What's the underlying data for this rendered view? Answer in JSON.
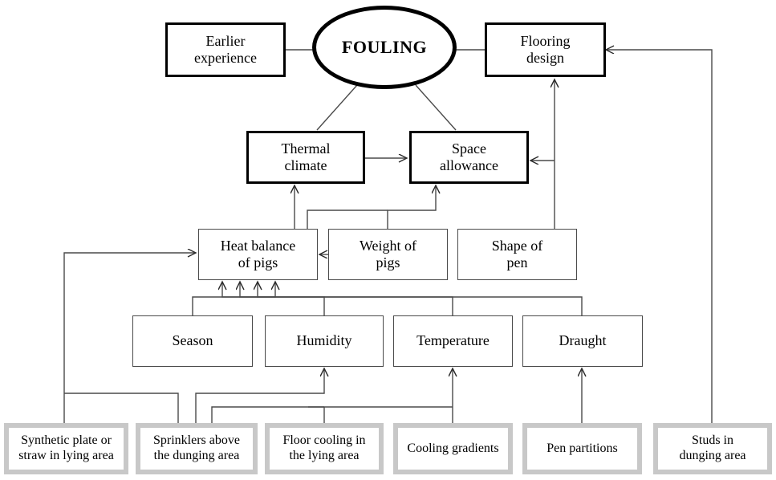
{
  "diagram": {
    "title": "FOULING",
    "center_node": {
      "label": "FOULING",
      "shape": "ellipse"
    },
    "level_1": [
      {
        "id": "earlier-experience",
        "label": "Earlier\nexperience"
      },
      {
        "id": "flooring-design",
        "label": "Flooring\ndesign"
      }
    ],
    "level_2": [
      {
        "id": "thermal-climate",
        "label": "Thermal\nclimate"
      },
      {
        "id": "space-allowance",
        "label": "Space\nallowance"
      }
    ],
    "level_3": [
      {
        "id": "heat-balance-of-pigs",
        "label": "Heat balance\nof pigs"
      },
      {
        "id": "weight-of-pigs",
        "label": "Weight of\npigs"
      },
      {
        "id": "shape-of-pen",
        "label": "Shape of\npen"
      }
    ],
    "level_4": [
      {
        "id": "season",
        "label": "Season"
      },
      {
        "id": "humidity",
        "label": "Humidity"
      },
      {
        "id": "temperature",
        "label": "Temperature"
      },
      {
        "id": "draught",
        "label": "Draught"
      }
    ],
    "level_5": [
      {
        "id": "synthetic-plate-or-straw-in-lying-area",
        "label": "Synthetic plate or\nstraw in lying area"
      },
      {
        "id": "sprinklers-above-the-dunging-area",
        "label": "Sprinklers above\nthe dunging area"
      },
      {
        "id": "floor-cooling-in-the-lying-area",
        "label": "Floor cooling in\nthe lying area"
      },
      {
        "id": "cooling-gradients",
        "label": "Cooling gradients"
      },
      {
        "id": "pen-partitions",
        "label": "Pen partitions"
      },
      {
        "id": "studs-in-dunging-area",
        "label": "Studs in\ndunging area"
      }
    ],
    "colors": {
      "line": "#4a4a4a",
      "node_border_strong": "#000000",
      "node_border_soft": "#c8c8c8",
      "background": "#ffffff"
    }
  }
}
